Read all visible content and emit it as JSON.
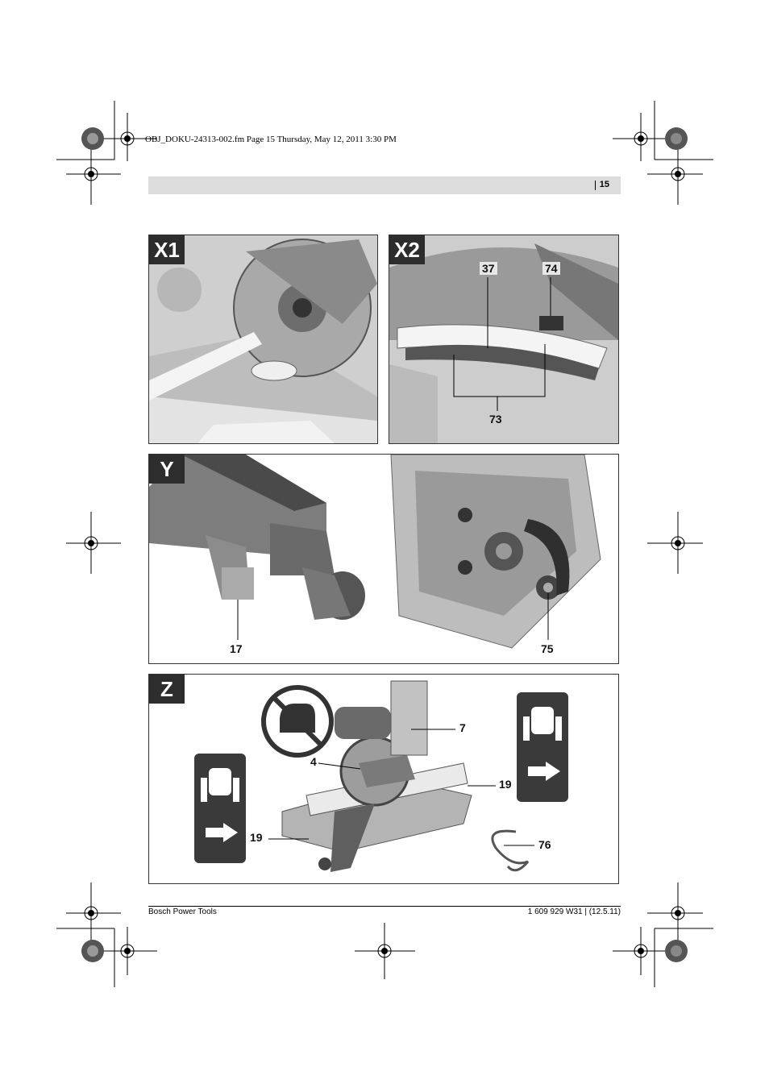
{
  "header": {
    "file_info": "OBJ_DOKU-24313-002.fm  Page 15  Thursday, May 12, 2011  3:30 PM",
    "page_number": "15"
  },
  "figures": {
    "x1": {
      "label": "X1"
    },
    "x2": {
      "label": "X2",
      "callouts": [
        "37",
        "74",
        "73"
      ]
    },
    "y": {
      "label": "Y",
      "callouts": [
        "17",
        "75"
      ]
    },
    "z": {
      "label": "Z",
      "callouts": [
        "7",
        "4",
        "19",
        "19",
        "76"
      ]
    }
  },
  "footer": {
    "left": "Bosch Power Tools",
    "right": "1 609 929 W31 | (12.5.11)"
  },
  "icons": [
    "registration-mark-icon",
    "color-target-icon",
    "no-hand-icon",
    "hand-icon",
    "arrow-right-icon"
  ]
}
